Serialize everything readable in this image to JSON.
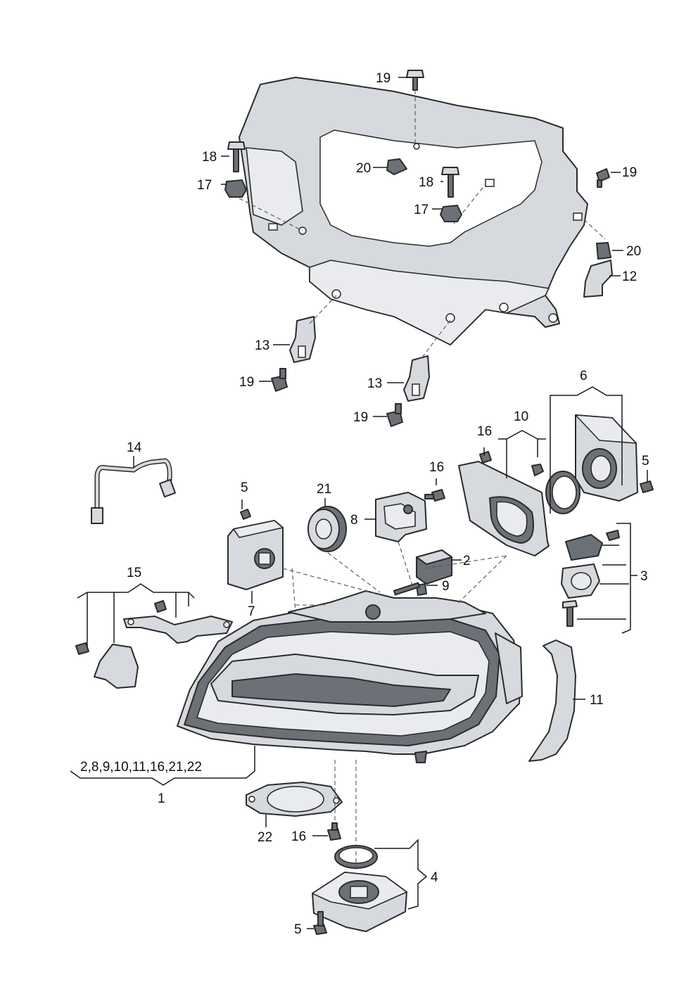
{
  "labels": {
    "l19a": "19",
    "l18a": "18",
    "l17a": "17",
    "l20a": "20",
    "l18b": "18",
    "l17b": "17",
    "l19b": "19",
    "l20b": "20",
    "l12": "12",
    "l13a": "13",
    "l19c": "19",
    "l13b": "13",
    "l19d": "19",
    "l14": "14",
    "l5a": "5",
    "l21": "21",
    "l8": "8",
    "l16a": "16",
    "l16b": "16",
    "l10": "10",
    "l6": "6",
    "l5b": "5",
    "l2": "2",
    "l9": "9",
    "l7": "7",
    "l3": "3",
    "l15": "15",
    "l11": "11",
    "l_group": "2,8,9,10,11,16,21,22",
    "l1": "1",
    "l22": "22",
    "l16c": "16",
    "l4": "4",
    "l5c": "5"
  }
}
